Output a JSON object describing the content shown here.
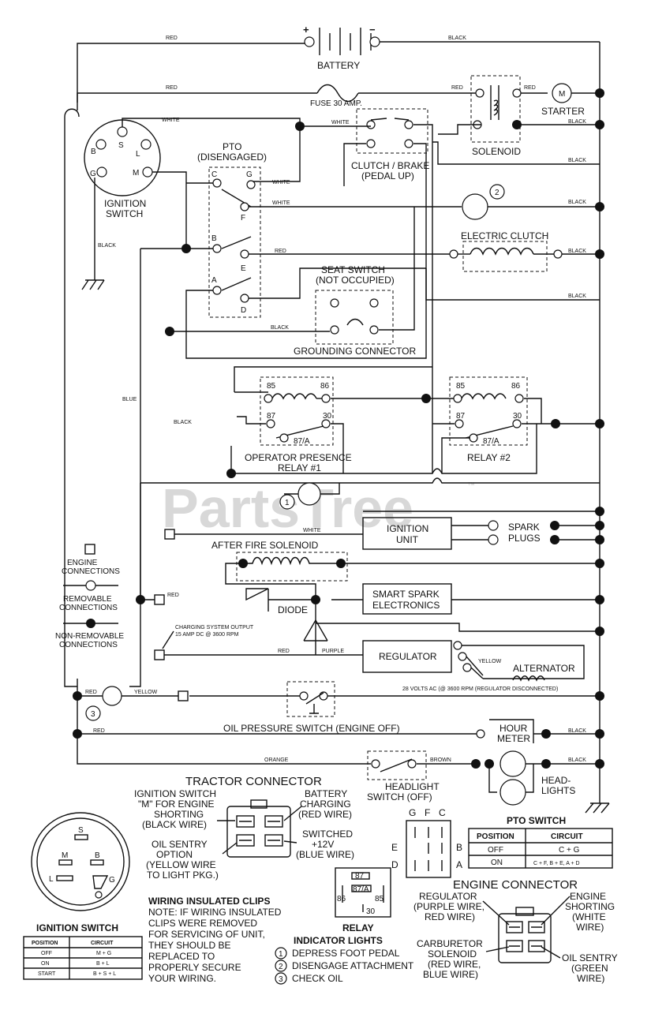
{
  "watermark": {
    "brand": "PartsTree",
    "tm": "™"
  },
  "components": {
    "battery": "BATTERY",
    "battery_plus": "+",
    "battery_minus": "−",
    "fuse": "FUSE 30 AMP.",
    "starter": "STARTER",
    "starter_m": "M",
    "solenoid": "SOLENOID",
    "ignition_switch": [
      "IGNITION",
      "SWITCH"
    ],
    "pto": [
      "PTO",
      "(DISENGAGED)"
    ],
    "clutch_brake": [
      "CLUTCH / BRAKE",
      "(PEDAL UP)"
    ],
    "electric_clutch": "ELECTRIC CLUTCH",
    "seat_switch": [
      "SEAT SWITCH",
      "(NOT OCCUPIED)"
    ],
    "grounding_connector": "GROUNDING CONNECTOR",
    "relay1": [
      "OPERATOR PRESENCE",
      "RELAY #1"
    ],
    "relay2": "RELAY #2",
    "ignition_unit": [
      "IGNITION",
      "UNIT"
    ],
    "spark_plugs": [
      "SPARK",
      "PLUGS"
    ],
    "after_fire": "AFTER FIRE SOLENOID",
    "diode": "DIODE",
    "smart_spark": [
      "SMART SPARK",
      "ELECTRONICS"
    ],
    "regulator": "REGULATOR",
    "alternator": "ALTERNATOR",
    "charging_output": [
      "CHARGING SYSTEM OUTPUT",
      "15 AMP DC @ 3600 RPM"
    ],
    "alt_ac": "28 VOLTS AC (@ 3600 RPM (REGULATOR DISCONNECTED)",
    "oil_pressure": "OIL PRESSURE SWITCH (ENGINE OFF)",
    "hour_meter": [
      "HOUR",
      "METER"
    ],
    "headlight_switch": [
      "HEADLIGHT",
      "SWITCH (OFF)"
    ],
    "headlights": [
      "HEAD-",
      "LIGHTS"
    ]
  },
  "terminals": {
    "ign": [
      "B",
      "S",
      "L",
      "G",
      "M"
    ],
    "pto": [
      "C",
      "G",
      "F",
      "B",
      "E",
      "A",
      "D"
    ],
    "relay": [
      "85",
      "86",
      "87",
      "30",
      "87/A"
    ]
  },
  "wires": {
    "red": "RED",
    "black": "BLACK",
    "white": "WHITE",
    "blue": "BLUE",
    "yellow": "YELLOW",
    "purple": "PURPLE",
    "orange": "ORANGE",
    "brown": "BROWN"
  },
  "legend": {
    "engine": [
      "ENGINE",
      "CONNECTIONS"
    ],
    "removable": [
      "REMOVABLE",
      "CONNECTIONS"
    ],
    "nonremovable": [
      "NON-REMOVABLE",
      "CONNECTIONS"
    ]
  },
  "tractor_connector": {
    "title": "TRACTOR CONNECTOR",
    "left_top": [
      "IGNITION SWITCH",
      "\"M\" FOR ENGINE",
      "SHORTING",
      "(BLACK WIRE)"
    ],
    "right_top": [
      "BATTERY",
      "CHARGING",
      "(RED WIRE)"
    ],
    "left_bottom": [
      "OIL SENTRY",
      "OPTION",
      "(YELLOW WIRE",
      "TO LIGHT PKG.)"
    ],
    "right_bottom": [
      "SWITCHED",
      "+12V",
      "(BLUE WIRE)"
    ]
  },
  "ignition_table": {
    "title": "IGNITION SWITCH",
    "headers": [
      "POSITION",
      "CIRCUIT"
    ],
    "rows": [
      [
        "OFF",
        "M + G"
      ],
      [
        "ON",
        "B + L"
      ],
      [
        "START",
        "B + S + L"
      ]
    ],
    "face": [
      "S",
      "M",
      "B",
      "L",
      "G"
    ]
  },
  "clips_note": [
    "WIRING INSULATED CLIPS",
    "NOTE: IF WIRING INSULATED",
    "CLIPS WERE REMOVED",
    "FOR SERVICING OF UNIT,",
    "THEY SHOULD BE",
    "REPLACED TO",
    "PROPERLY SECURE",
    "YOUR WIRING."
  ],
  "relay_diagram": {
    "title": "RELAY",
    "pins": [
      "87",
      "87/A",
      "86",
      "85",
      "30"
    ]
  },
  "indicator_lights": {
    "title": "INDICATOR LIGHTS",
    "items": [
      [
        "1",
        "DEPRESS FOOT PEDAL"
      ],
      [
        "2",
        "DISENGAGE ATTACHMENT"
      ],
      [
        "3",
        "CHECK OIL"
      ]
    ]
  },
  "pto_switch": {
    "title": "PTO SWITCH",
    "headers": [
      "POSITION",
      "CIRCUIT"
    ],
    "rows": [
      [
        "OFF",
        "C + G"
      ],
      [
        "ON",
        "C + F, B + E, A + D"
      ]
    ],
    "cols": [
      "G",
      "F",
      "C"
    ],
    "rowsL": [
      "E",
      "D"
    ],
    "rowsR": [
      "B",
      "A"
    ]
  },
  "engine_connector": {
    "title": "ENGINE CONNECTOR",
    "regulator": [
      "REGULATOR",
      "(PURPLE WIRE,",
      "RED WIRE)"
    ],
    "shorting": [
      "ENGINE",
      "SHORTING",
      "(WHITE",
      "WIRE)"
    ],
    "carburetor": [
      "CARBURETOR",
      "SOLENOID",
      "(RED WIRE,",
      "BLUE WIRE)"
    ],
    "oil_sentry": [
      "OIL SENTRY",
      "(GREEN",
      "WIRE)"
    ]
  }
}
